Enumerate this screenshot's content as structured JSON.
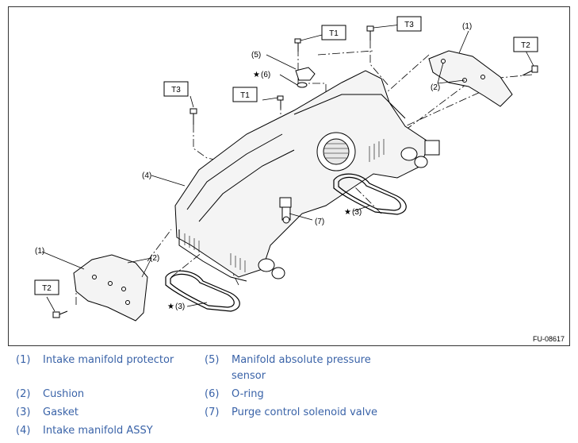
{
  "figure": {
    "code": "FU-08617",
    "torque_labels": [
      "T1",
      "T1",
      "T2",
      "T2",
      "T3",
      "T3"
    ],
    "part_numbers": [
      "(1)",
      "(1)",
      "(2)",
      "(2)",
      "(3)",
      "(3)",
      "(4)",
      "(5)",
      "(6)",
      "(7)"
    ],
    "star_symbol": "★"
  },
  "legend": [
    {
      "num": "(1)",
      "text": "Intake manifold protector"
    },
    {
      "num": "(2)",
      "text": "Cushion"
    },
    {
      "num": "(3)",
      "text": "Gasket"
    },
    {
      "num": "(4)",
      "text": "Intake manifold ASSY"
    },
    {
      "num": "(5)",
      "text": "Manifold absolute pressure",
      "text2": "sensor"
    },
    {
      "num": "(6)",
      "text": "O-ring"
    },
    {
      "num": "(7)",
      "text": "Purge control solenoid valve"
    }
  ],
  "colors": {
    "legend_text": "#3a63a8",
    "line": "#000000"
  }
}
